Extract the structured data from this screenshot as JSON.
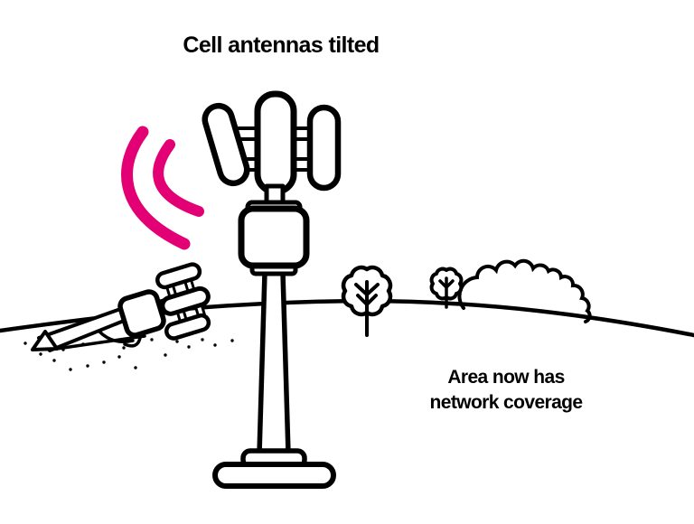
{
  "captions": {
    "title": "Cell antennas tilted",
    "coverage_line1": "Area now has",
    "coverage_line2": "network coverage"
  },
  "colors": {
    "signal": "#E20074",
    "outline": "#000000",
    "background": "#FFFFFF"
  },
  "icons": {
    "signal": "signal-waves-icon",
    "tower": "cell-tower",
    "fallen_tower": "fallen-cell-tower",
    "tree": "tree",
    "bush": "bush"
  }
}
